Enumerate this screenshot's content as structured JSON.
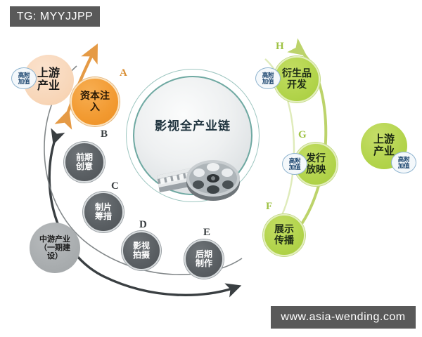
{
  "watermarks": {
    "top_tag": "TG: MYYJJPP",
    "bottom_url": "www.asia-wending.com"
  },
  "hub": {
    "title": "影视全产业链",
    "icon": "film-reel-icon"
  },
  "badge_label": "高附\n加值",
  "badges": [
    {
      "id": "badge-upstream-left",
      "label_line1": "高附",
      "label_line2": "加值"
    },
    {
      "id": "badge-derivative",
      "label_line1": "高附",
      "label_line2": "加值"
    },
    {
      "id": "badge-distribution",
      "label_line1": "高附",
      "label_line2": "加值"
    },
    {
      "id": "badge-upstream-right",
      "label_line1": "高附",
      "label_line2": "加值"
    }
  ],
  "nodes": {
    "upstream_left": {
      "line1": "上游",
      "line2": "产业"
    },
    "capital": {
      "line1": "资本注",
      "line2": "入",
      "step": "A"
    },
    "concept": {
      "line1": "前期",
      "line2": "创意",
      "step": "B"
    },
    "financing": {
      "line1": "制片",
      "line2": "筹措",
      "step": "C"
    },
    "shooting": {
      "line1": "影视",
      "line2": "拍摄",
      "step": "D"
    },
    "postproduction": {
      "line1": "后期",
      "line2": "制作",
      "step": "E"
    },
    "display": {
      "line1": "展示",
      "line2": "传播",
      "step": "F"
    },
    "distribution": {
      "line1": "发行",
      "line2": "放映",
      "step": "G"
    },
    "derivative": {
      "line1": "衍生品",
      "line2": "开发",
      "step": "H"
    },
    "upstream_right": {
      "line1": "上游",
      "line2": "产业"
    },
    "midstream": {
      "line1": "中游产业",
      "line2": "（一期建",
      "line3": "设）"
    }
  },
  "colors": {
    "orange": "#f29a31",
    "peach": "#f8d7ba",
    "green": "#b3d44c",
    "gray": "#5b6064",
    "teal_ring": "#6fa9a2",
    "badge_blue": "#15406b",
    "watermark_bg": "#595959"
  }
}
